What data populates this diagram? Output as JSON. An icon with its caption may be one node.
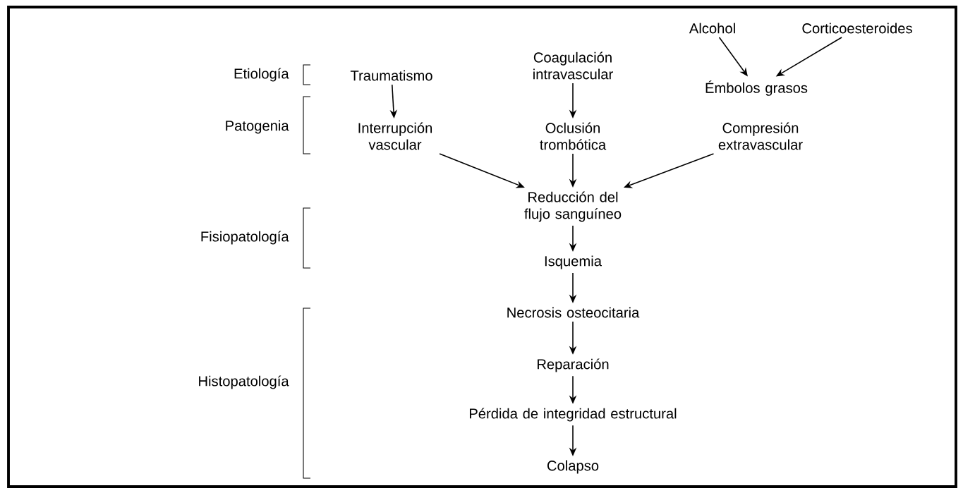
{
  "diagram": {
    "nodes": [
      {
        "text": [
          "Alcohol"
        ]
      },
      {
        "text": [
          "Corticoesteroides"
        ]
      },
      {
        "text": [
          "Traumatismo"
        ]
      },
      {
        "text": [
          "Coagulación intravascular"
        ]
      },
      {
        "text": [
          "Émbolos grasos"
        ]
      },
      {
        "text": [
          "Interrupción vascular"
        ]
      },
      {
        "text": [
          "Oclusión trombótica"
        ]
      },
      {
        "text": [
          "Compresión extravascular"
        ]
      },
      {
        "text": [
          "Reducción del flujo sanguíneo"
        ]
      },
      {
        "text": [
          "Isquemia"
        ]
      },
      {
        "text": [
          "Necrosis osteocitaria"
        ]
      },
      {
        "text": [
          "Reparación"
        ]
      },
      {
        "text": [
          "Pérdida de integridad estructural"
        ]
      },
      {
        "text": [
          "Colapso"
        ]
      }
    ],
    "edges": [
      {
        "from": 0,
        "to": 4,
        "arrow": "to"
      },
      {
        "from": 1,
        "to": 4,
        "arrow": "to"
      },
      {
        "from": 2,
        "to": 5,
        "arrow": "to"
      },
      {
        "from": 3,
        "to": 6,
        "arrow": "to"
      },
      {
        "from": 5,
        "to": 8,
        "arrow": "to"
      },
      {
        "from": 6,
        "to": 8,
        "arrow": "to"
      },
      {
        "from": 7,
        "to": 8,
        "arrow": "to"
      },
      {
        "from": 8,
        "to": 9,
        "arrow": "to"
      },
      {
        "from": 9,
        "to": 10,
        "arrow": "to"
      },
      {
        "from": 10,
        "to": 11,
        "arrow": "to"
      },
      {
        "from": 11,
        "to": 12,
        "arrow": "to"
      },
      {
        "from": 12,
        "to": 13,
        "arrow": "to"
      }
    ],
    "labels": [
      "Etiología",
      "Patogenia",
      "Fisiopatología",
      "Histopatología"
    ]
  }
}
